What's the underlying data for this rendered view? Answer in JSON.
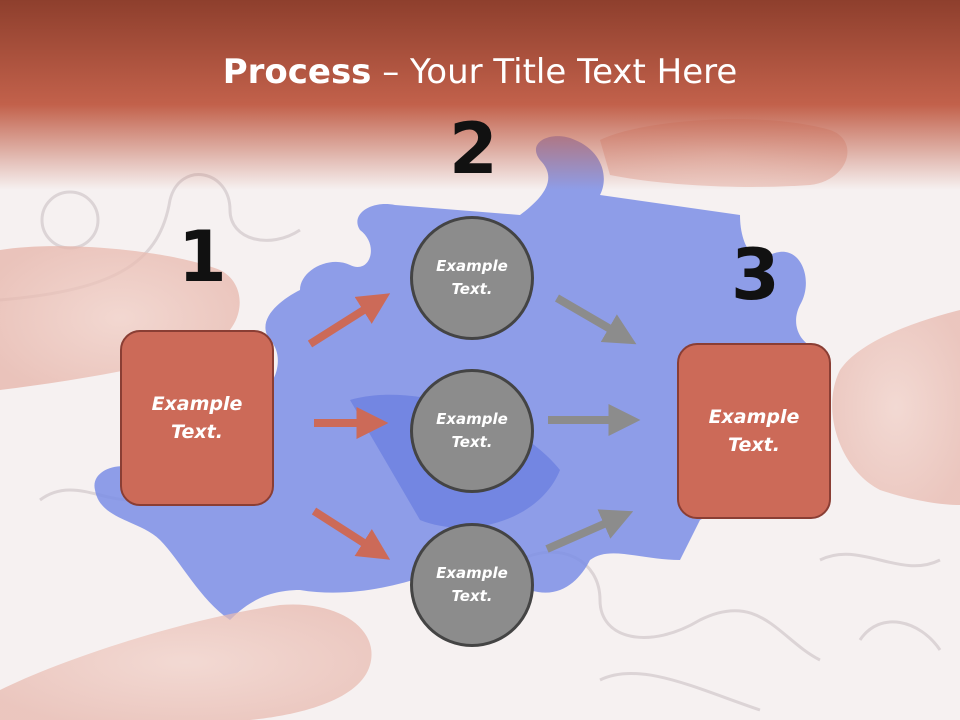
{
  "title": {
    "bold": "Process",
    "rest": " – Your Title Text Here"
  },
  "colors": {
    "header": "#b9503a",
    "box_fill": "#cc6a58",
    "circle_fill": "#8c8c8c",
    "orange_arrow": "#cc6a58",
    "gray_arrow": "#8c8c8c",
    "puzzle_piece": "#5a6fd8"
  },
  "steps": {
    "one": {
      "number": "1",
      "line1": "Example",
      "line2": "Text."
    },
    "two": {
      "number": "2"
    },
    "three": {
      "number": "3",
      "line1": "Example",
      "line2": "Text."
    }
  },
  "circles": [
    {
      "line1": "Example",
      "line2": "Text."
    },
    {
      "line1": "Example",
      "line2": "Text."
    },
    {
      "line1": "Example",
      "line2": "Text."
    }
  ]
}
